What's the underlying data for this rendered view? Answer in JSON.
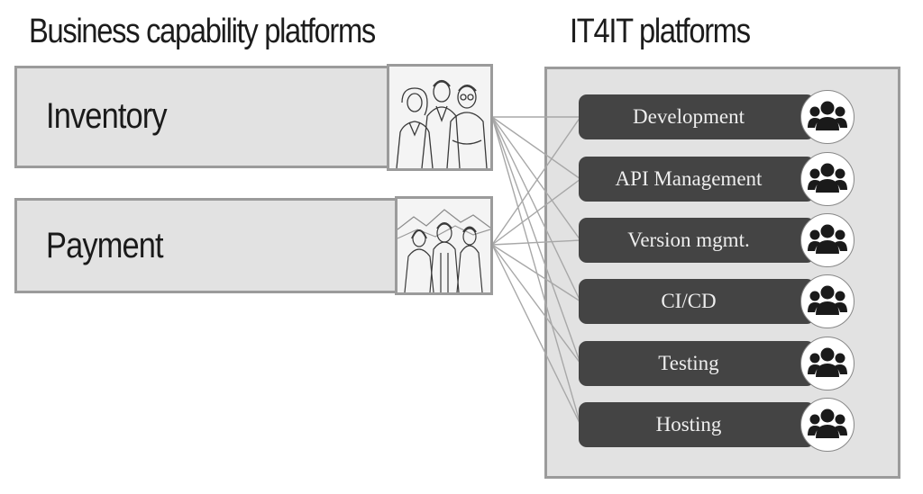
{
  "headings": {
    "business": "Business capability platforms",
    "it4it": "IT4IT platforms"
  },
  "business_platforms": [
    {
      "label": "Inventory",
      "team_image": "team-photo-three-people"
    },
    {
      "label": "Payment",
      "team_image": "team-photo-three-people-mountains"
    }
  ],
  "it4it_platforms": [
    {
      "label": "Development",
      "icon": "users-group-icon"
    },
    {
      "label": "API Management",
      "icon": "users-group-icon"
    },
    {
      "label": "Version mgmt.",
      "icon": "users-group-icon"
    },
    {
      "label": "CI/CD",
      "icon": "users-group-icon"
    },
    {
      "label": "Testing",
      "icon": "users-group-icon"
    },
    {
      "label": "Hosting",
      "icon": "users-group-icon"
    }
  ],
  "connections": [
    {
      "from": "Inventory",
      "to": [
        "Development",
        "API Management",
        "Version mgmt.",
        "CI/CD",
        "Testing",
        "Hosting"
      ]
    },
    {
      "from": "Payment",
      "to": [
        "Development",
        "API Management",
        "Version mgmt.",
        "CI/CD",
        "Testing",
        "Hosting"
      ]
    }
  ],
  "colors": {
    "box_fill": "#e2e2e2",
    "box_border": "#9b9b9b",
    "pill_fill": "#444444",
    "pill_text": "#eeeeee",
    "connector": "#a8a8a8"
  }
}
